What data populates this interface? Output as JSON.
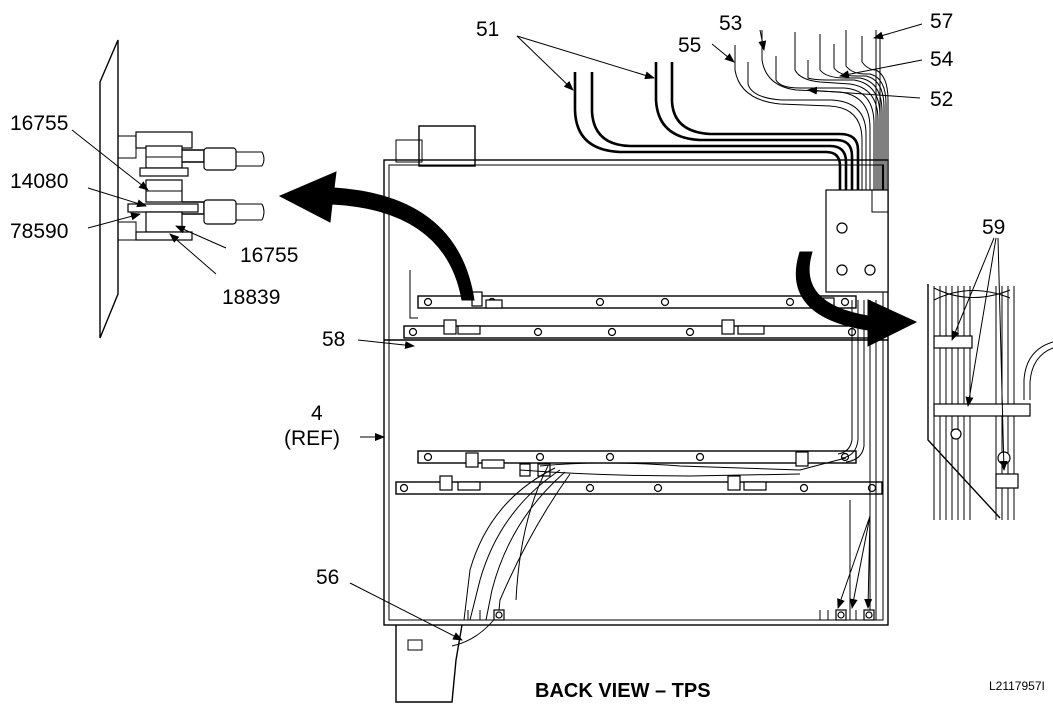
{
  "title": "BACK VIEW – TPS",
  "doc_id": "L2117957I",
  "callouts": {
    "c51": "51",
    "c53": "53",
    "c55": "55",
    "c57": "57",
    "c54": "54",
    "c52": "52",
    "c59": "59",
    "c58": "58",
    "c4": "4",
    "c4ref": "(REF)",
    "c56": "56",
    "d16755a": "16755",
    "d14080": "14080",
    "d78590": "78590",
    "d16755b": "16755",
    "d18839": "18839"
  },
  "colors": {
    "line": "#000000",
    "background": "#ffffff"
  }
}
